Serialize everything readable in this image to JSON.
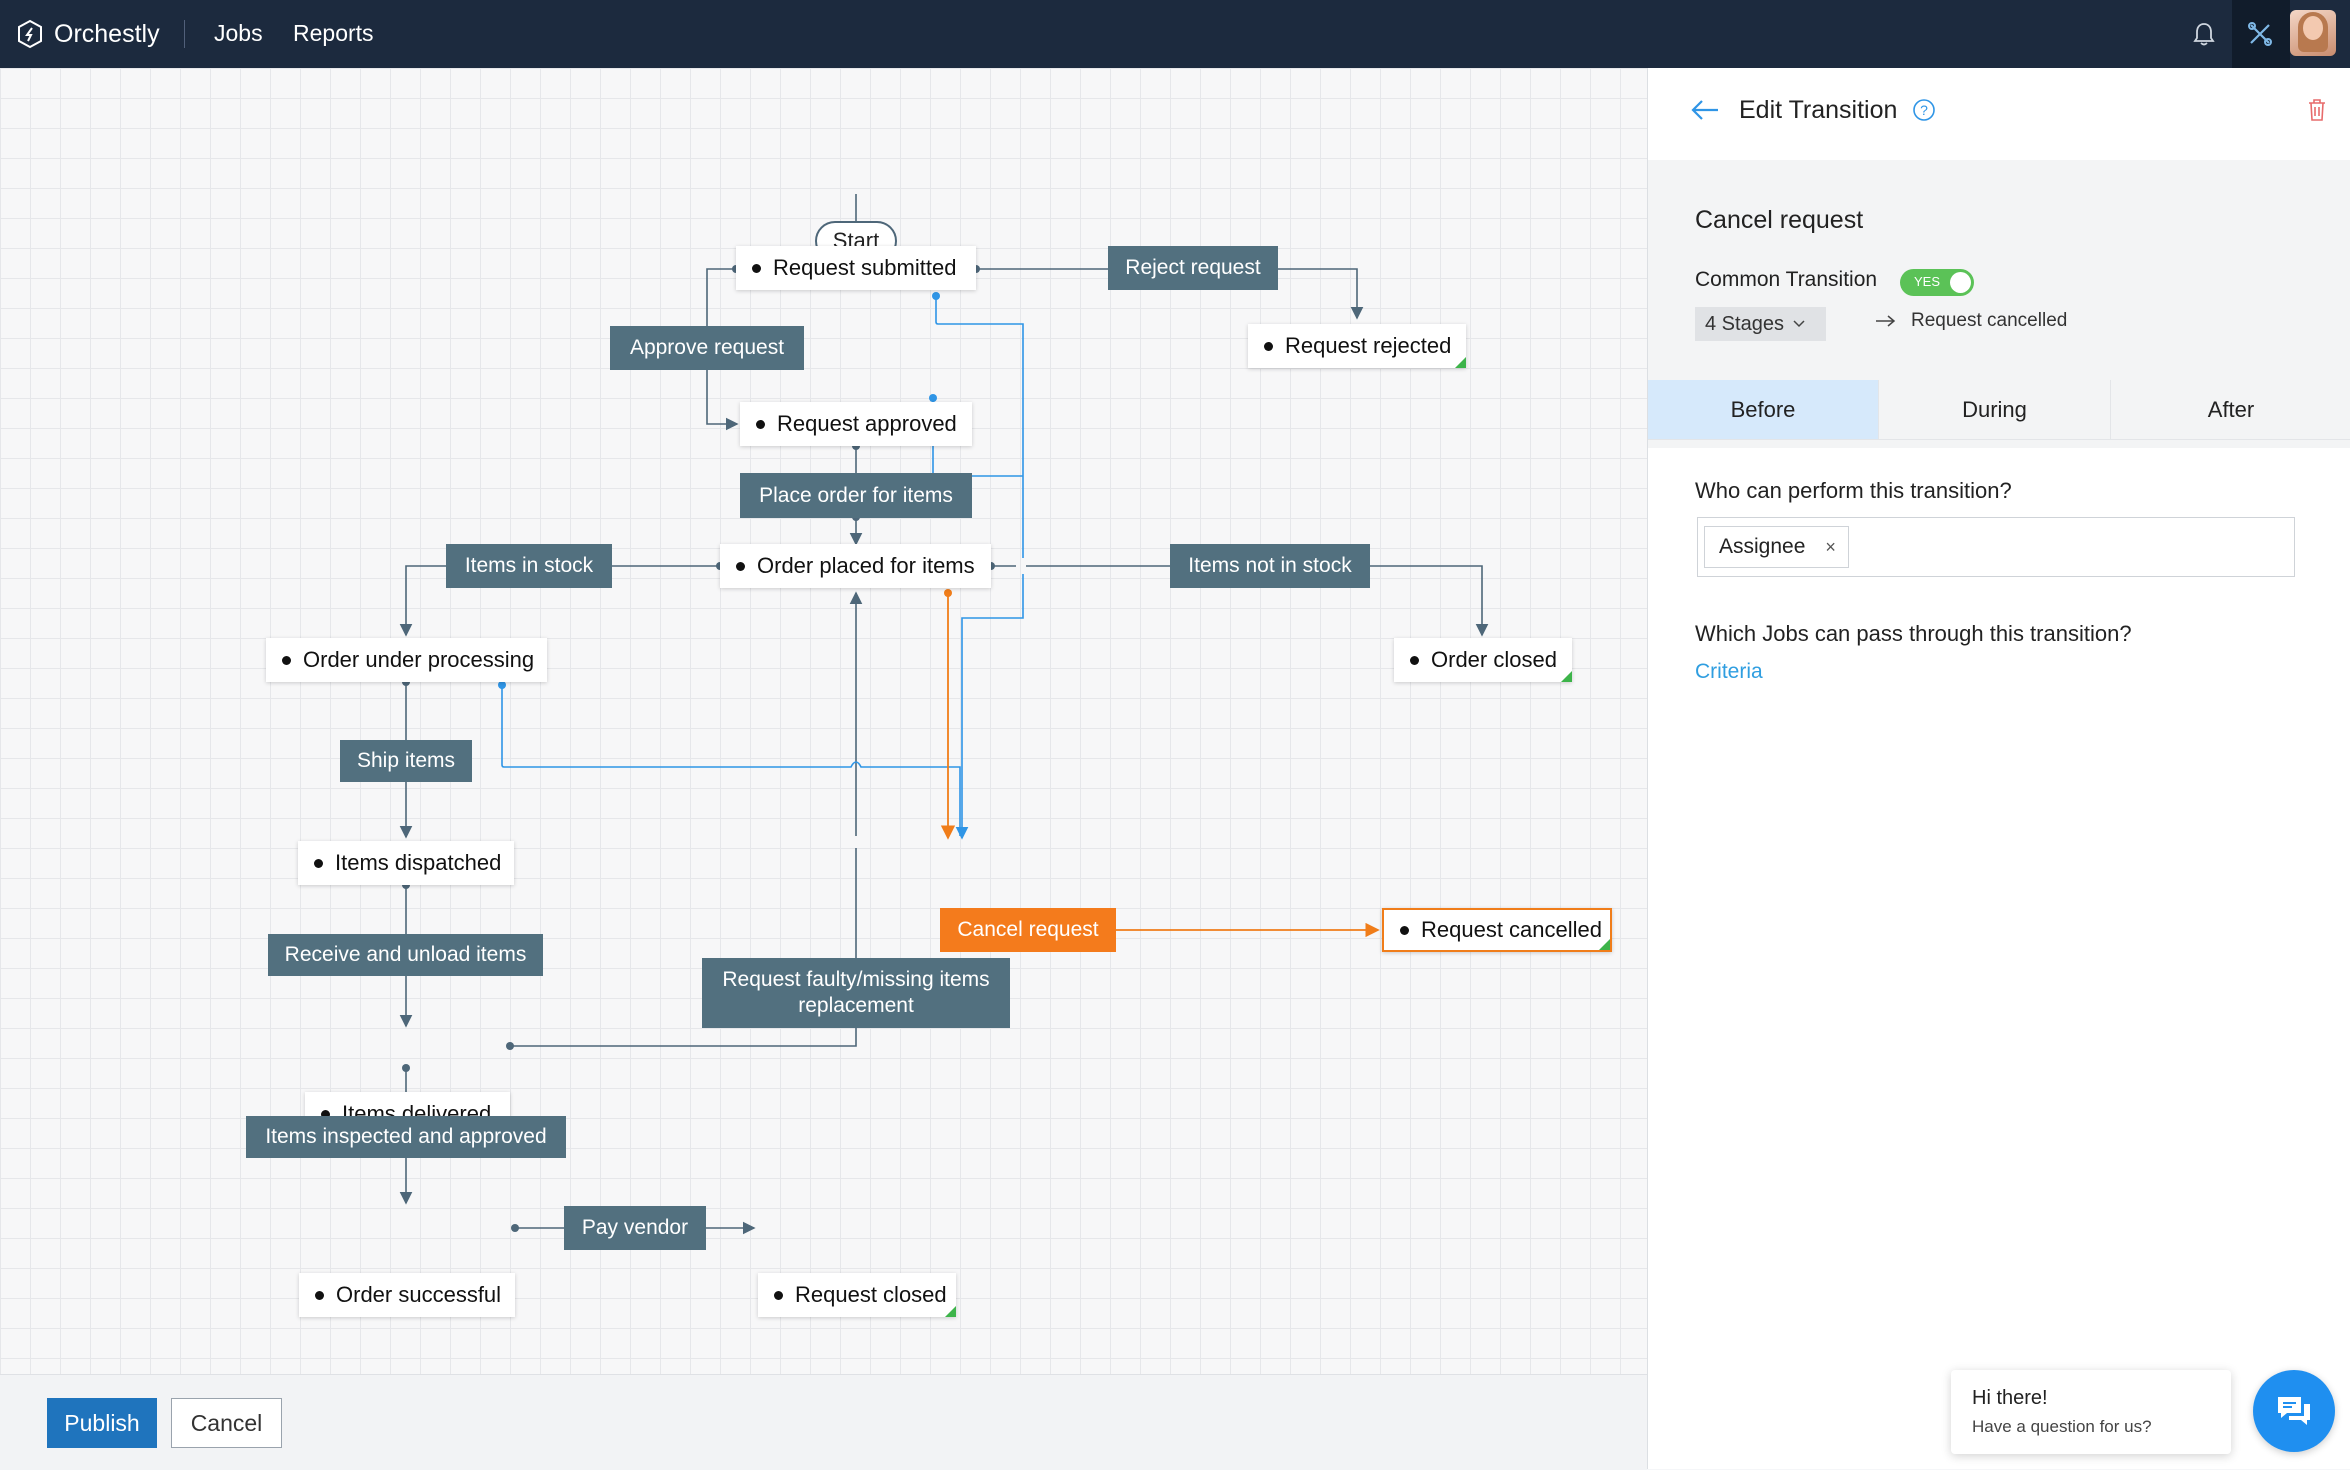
{
  "topbar": {
    "app_name": "Orchestly",
    "nav": [
      "Jobs",
      "Reports"
    ],
    "icons": [
      "logo-icon",
      "bell-icon",
      "tools-icon",
      "avatar"
    ]
  },
  "canvas": {
    "start_label": "Start",
    "stages": {
      "request_submitted": "Request submitted",
      "request_rejected": "Request rejected",
      "request_approved": "Request approved",
      "order_placed": "Order placed for items",
      "order_under_processing": "Order under processing",
      "order_closed": "Order closed",
      "items_dispatched": "Items dispatched",
      "request_cancelled": "Request cancelled",
      "items_delivered": "Items delivered",
      "order_successful": "Order successful",
      "request_closed": "Request closed"
    },
    "transitions": {
      "reject_request": "Reject request",
      "approve_request": "Approve request",
      "place_order": "Place order for items",
      "items_in_stock": "Items in stock",
      "items_not_in_stock": "Items not in stock",
      "ship_items": "Ship items",
      "cancel_request": "Cancel request",
      "receive_unload": "Receive and unload items",
      "faulty_line1": "Request faulty/missing items",
      "faulty_line2": "replacement",
      "inspected": "Items inspected and approved",
      "pay_vendor": "Pay vendor"
    },
    "colors": {
      "transition": "#52707f",
      "selected": "#f47b1c",
      "line": "#4e6779",
      "common_line": "#2f95e6",
      "end_marker": "#3db44a"
    }
  },
  "footer": {
    "publish_label": "Publish",
    "cancel_label": "Cancel"
  },
  "panel": {
    "header_title": "Edit Transition",
    "transition_name": "Cancel request",
    "common_transition_label": "Common Transition",
    "toggle_label": "YES",
    "stages_dropdown": "4 Stages",
    "target_stage": "Request cancelled",
    "tabs": [
      "Before",
      "During",
      "After"
    ],
    "active_tab": "Before",
    "who_question": "Who can perform this transition?",
    "assignee_chip": "Assignee",
    "which_jobs_question": "Which Jobs can pass through this transition?",
    "criteria_link": "Criteria"
  },
  "chat": {
    "greeting": "Hi there!",
    "question": "Have a question for us?"
  }
}
